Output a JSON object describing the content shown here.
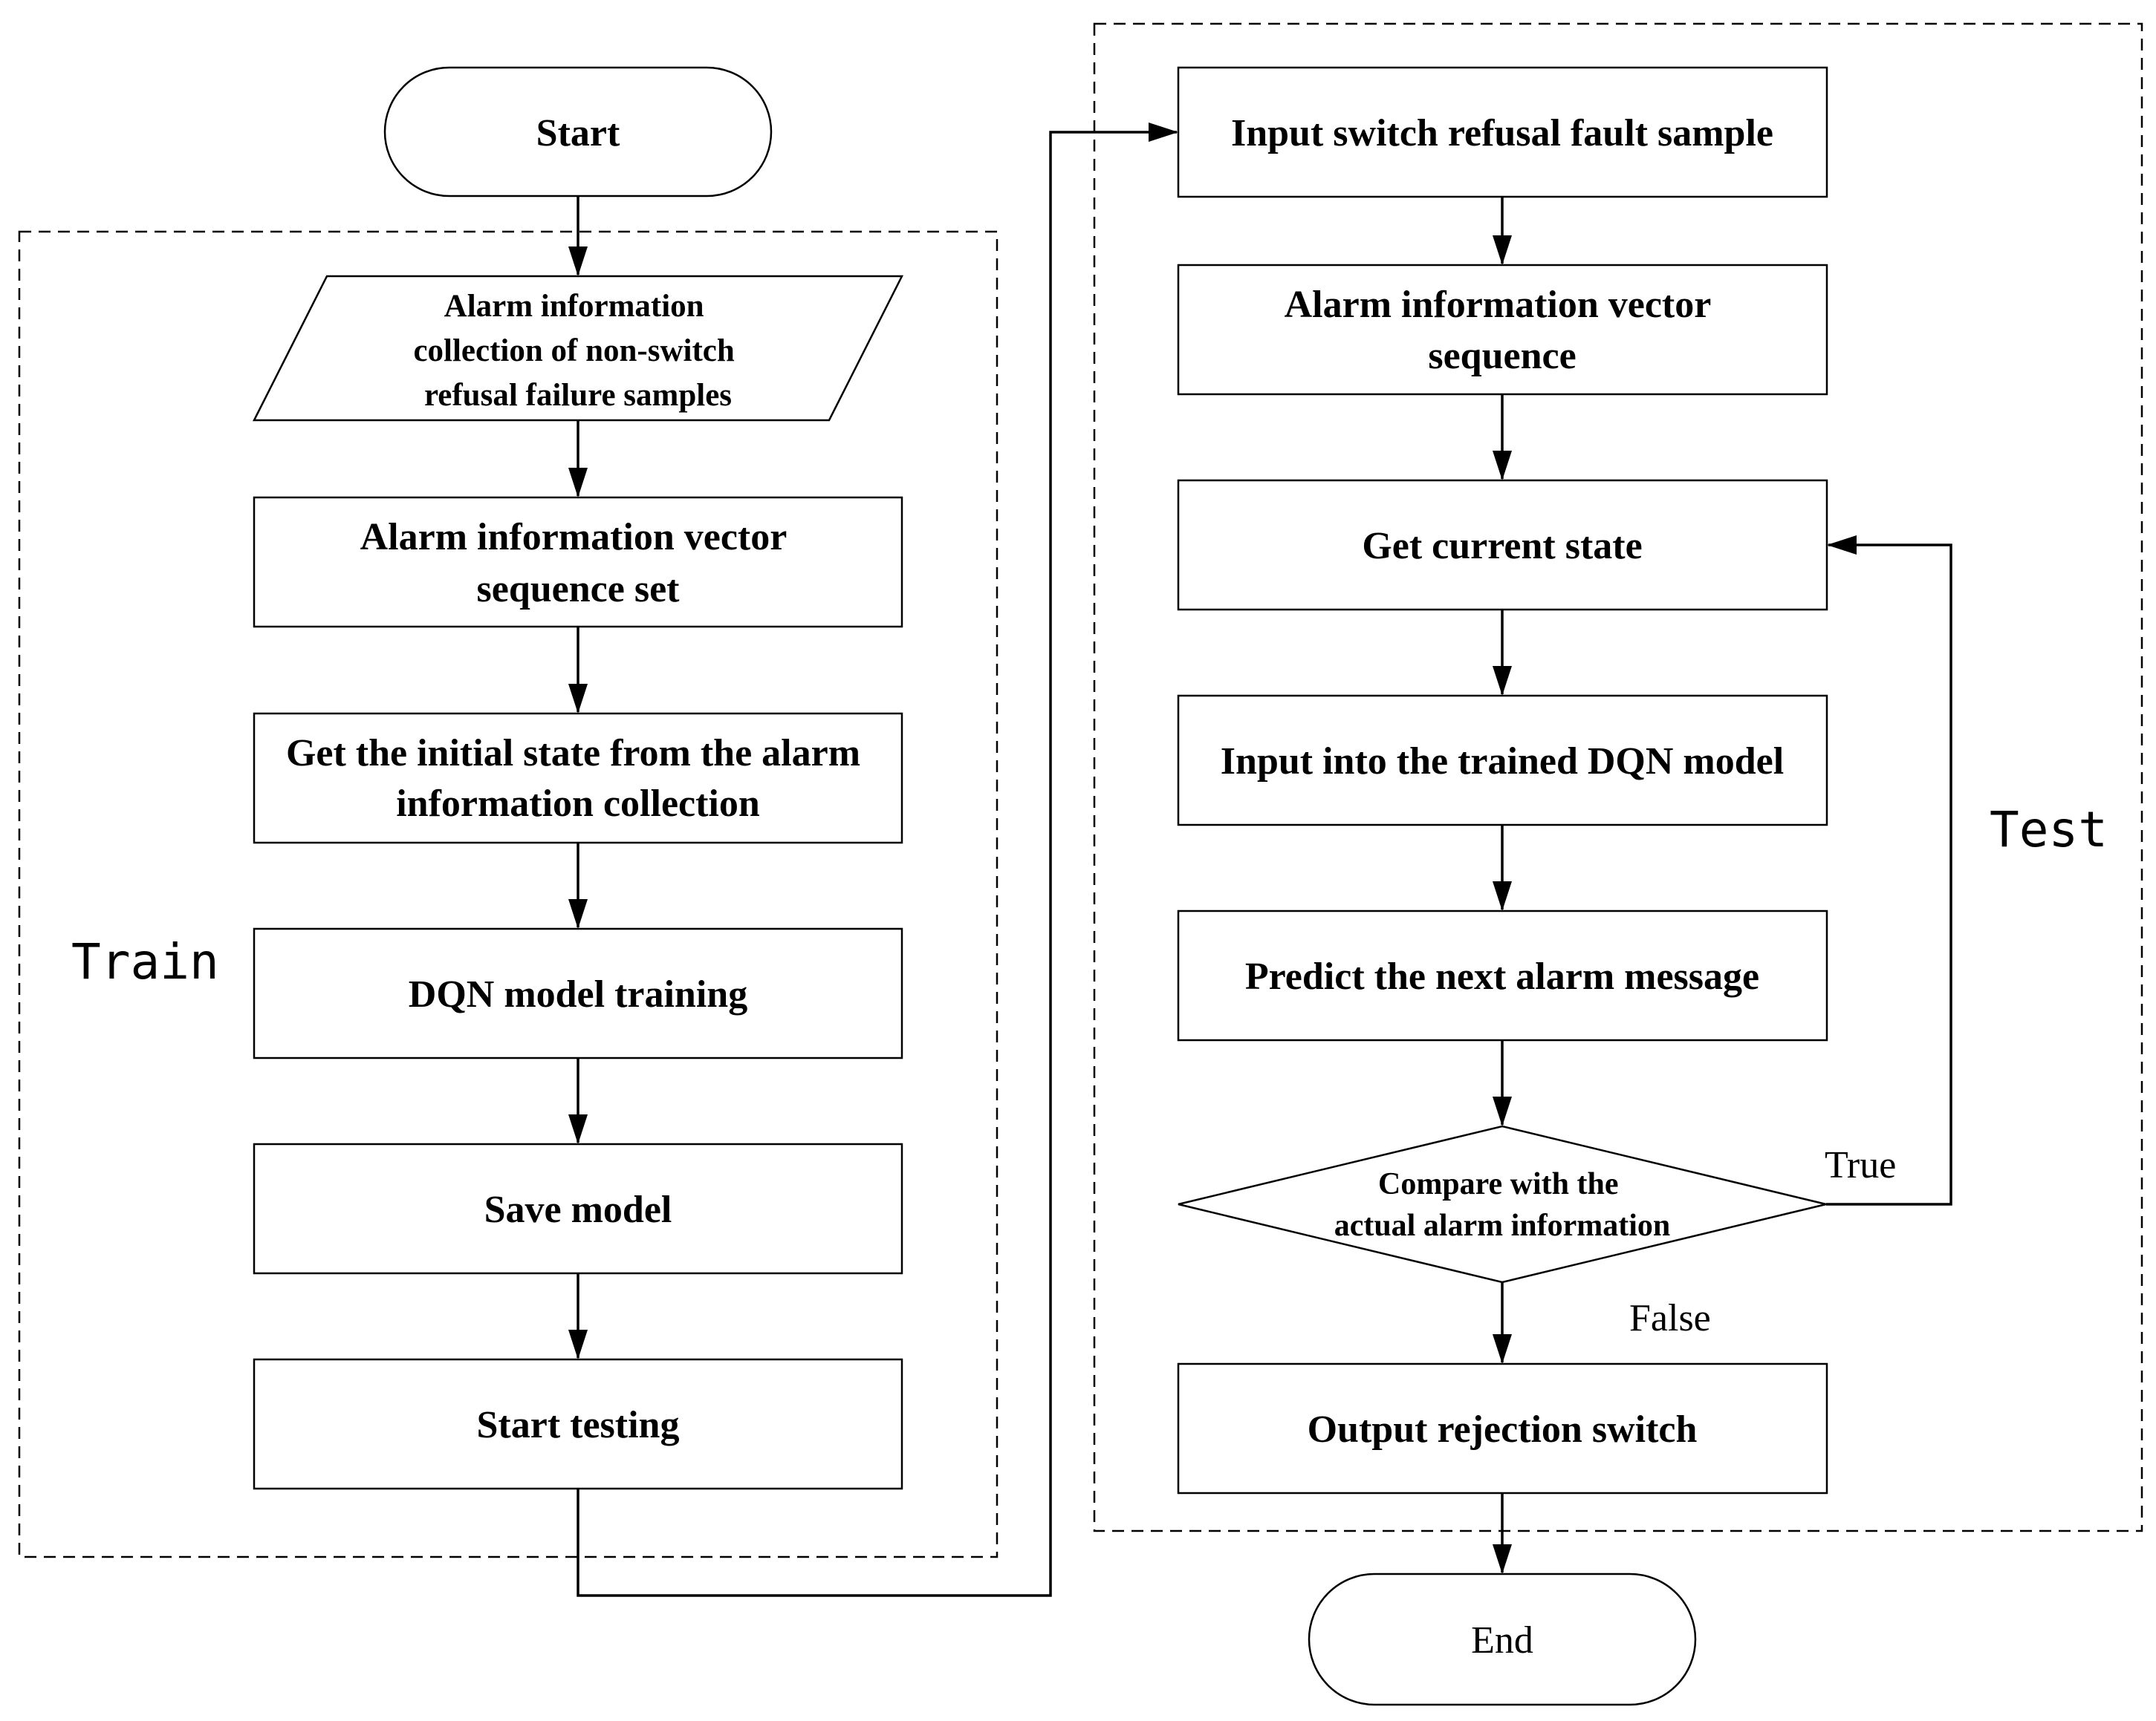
{
  "train": {
    "label": "Train",
    "input": [
      "Alarm information",
      "collection of non-switch",
      "refusal failure samples"
    ],
    "steps": [
      [
        "Alarm information vector",
        "sequence set"
      ],
      [
        "Get the initial state from the alarm",
        "information collection"
      ],
      [
        "DQN model training"
      ],
      [
        "Save model"
      ],
      [
        "Start testing"
      ]
    ]
  },
  "test": {
    "label": "Test",
    "steps": [
      [
        "Input switch refusal fault sample"
      ],
      [
        "Alarm information vector",
        "sequence"
      ],
      [
        "Get current state"
      ],
      [
        "Input into the trained DQN model"
      ],
      [
        "Predict the next alarm message"
      ]
    ],
    "decision": [
      "Compare with the",
      "actual alarm information"
    ],
    "true_label": "True",
    "false_label": "False",
    "output": [
      "Output rejection switch"
    ]
  },
  "start_label": "Start",
  "end_label": "End",
  "colors": {
    "stroke": "#000000",
    "fill": "#ffffff"
  }
}
